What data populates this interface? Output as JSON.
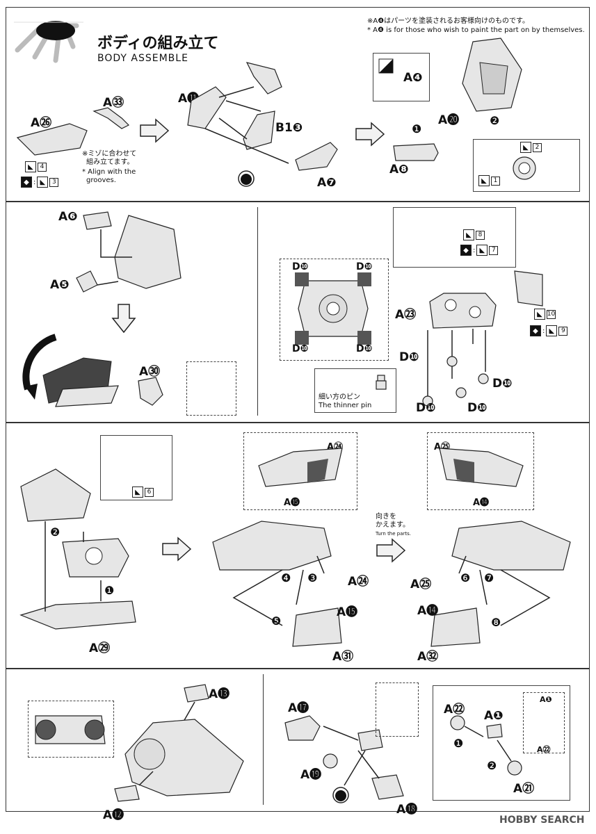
{
  "header": {
    "title_jp": "ボディの組み立て",
    "title_en": "BODY ASSEMBLE",
    "note_jp": "※A❹はパーツを塗装されるお客様向けのものです。",
    "note_en": "* A❹ is for those who wish to paint the part on by themselves."
  },
  "step1": {
    "labels": {
      "a33": "A㉝",
      "a26": "A㉖",
      "a11": "A⓫",
      "b13": "B1❸",
      "a7": "A❼",
      "a4": "A❹",
      "a20": "A⓴",
      "a8": "A❽"
    },
    "note_jp_1": "※ミゾに合わせて",
    "note_jp_2": "組み立てます。",
    "note_en_1": "* Align with the",
    "note_en_2": "grooves.",
    "tag_4": "4",
    "tag_3": "3",
    "tag_2": "2",
    "tag_1": "1",
    "order_1": "❶",
    "order_2": "❷"
  },
  "step2": {
    "labels": {
      "a6": "A❻",
      "a5": "A❺",
      "a30": "A㉚"
    }
  },
  "step3": {
    "labels": {
      "d10": "D❿",
      "a23": "A㉓"
    },
    "pin_jp": "細い方のピン",
    "pin_en": "The thinner pin",
    "tag_8": "8",
    "tag_7": "7",
    "tag_10": "10",
    "tag_9": "9"
  },
  "step4": {
    "labels": {
      "a29": "A㉙",
      "a24": "A㉔",
      "a15": "A⓯",
      "a31": "A㉛",
      "a25": "A㉕",
      "a14": "A⓮",
      "a32": "A㉜"
    },
    "tag_6": "6",
    "turn_jp_1": "向きを",
    "turn_jp_2": "かえます。",
    "turn_en": "Turn the parts.",
    "orders": [
      "❶",
      "❷",
      "❸",
      "❹",
      "❺",
      "❻",
      "❼",
      "❽"
    ]
  },
  "step5": {
    "labels": {
      "a13": "A⓭",
      "a12": "A⓬"
    }
  },
  "step6": {
    "labels": {
      "a17": "A⓱",
      "a19": "A⓳",
      "a18": "A⓲",
      "a22": "A㉒",
      "a1": "A❶",
      "a21": "A㉑"
    },
    "orders": [
      "❶",
      "❷"
    ]
  },
  "footer": {
    "watermark": "HOBBY SEARCH"
  },
  "colors": {
    "line": "#222222",
    "part": "#e6e6e6",
    "shade": "#555555",
    "arrow_fill": "#f2f2f2"
  }
}
